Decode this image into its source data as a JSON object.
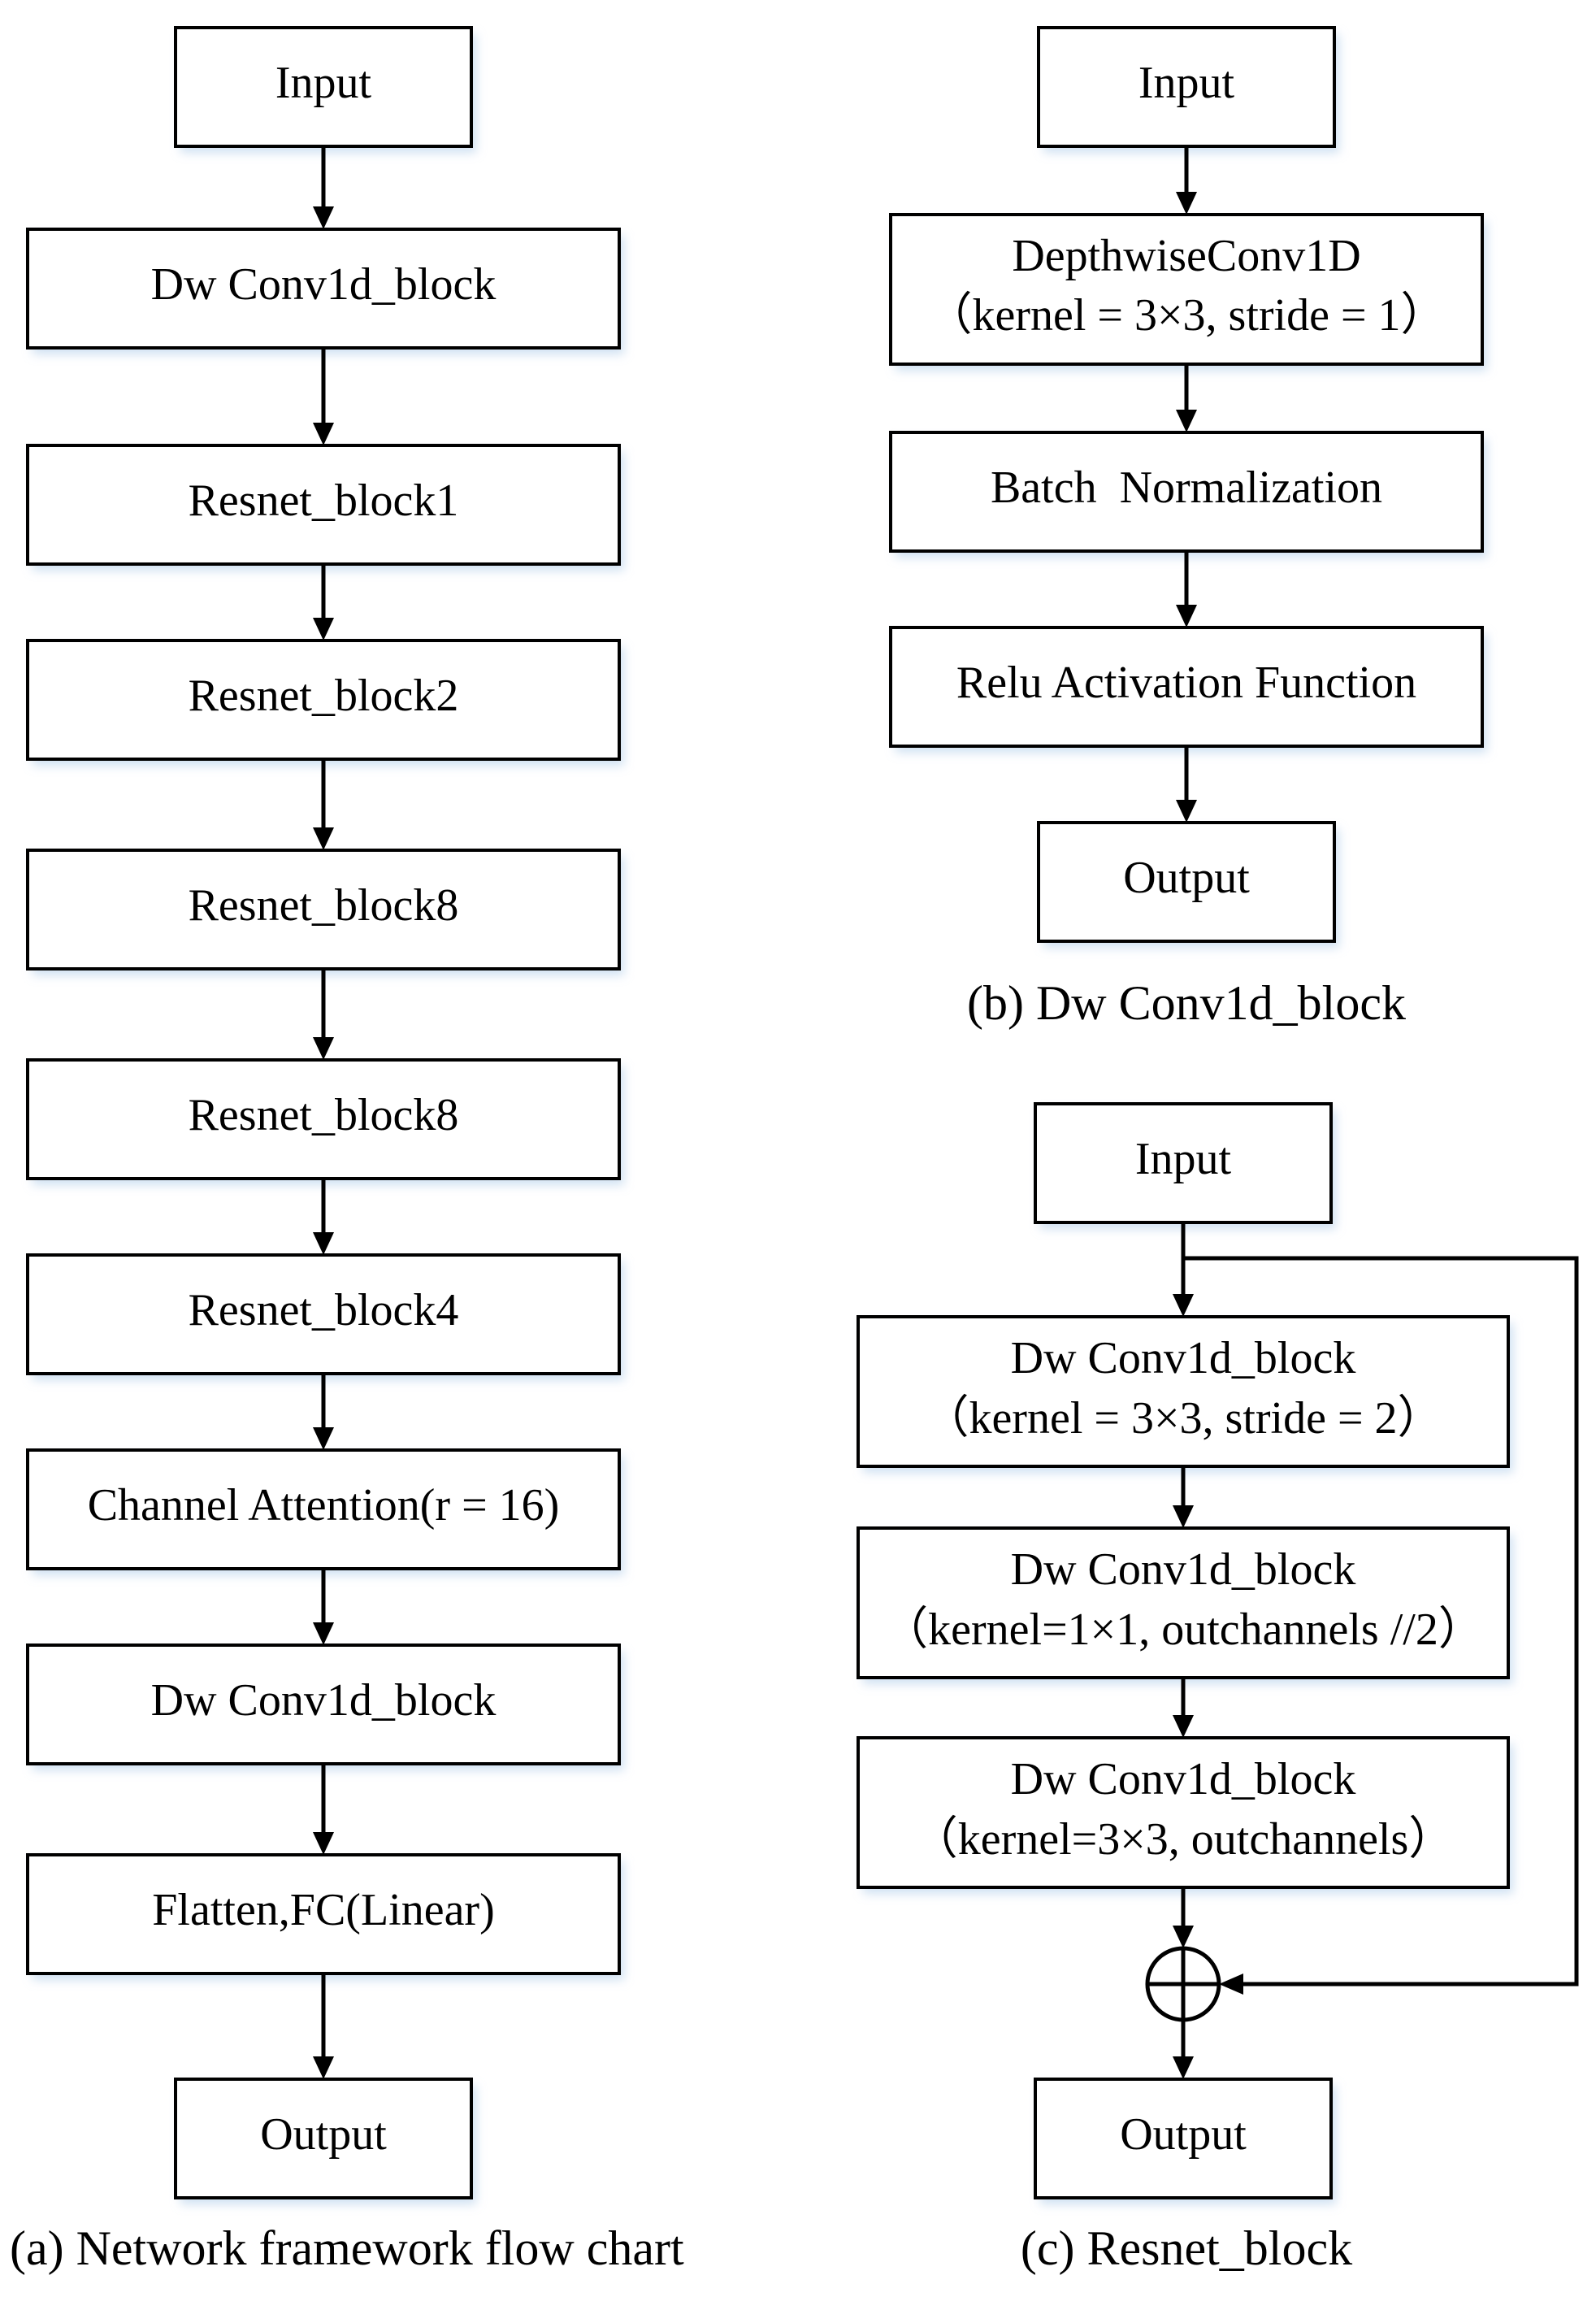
{
  "flow_a": {
    "input": "Input",
    "dw_block": "Dw Conv1d_block",
    "resnet1": "Resnet_block1",
    "resnet2": "Resnet_block2",
    "resnet8a": "Resnet_block8",
    "resnet8b": "Resnet_block8",
    "resnet4": "Resnet_block4",
    "attention": "Channel Attention(r = 16)",
    "dw_block2": "Dw Conv1d_block",
    "flatten": "Flatten,FC(Linear)",
    "output": "Output",
    "caption": "(a) Network framework flow chart"
  },
  "flow_b": {
    "input": "Input",
    "depthwise_line1": "DepthwiseConv1D",
    "depthwise_line2": "（kernel = 3×3, stride = 1）",
    "batchnorm": "Batch  Normalization",
    "relu": "Relu Activation Function",
    "output": "Output",
    "caption": "(b) Dw Conv1d_block"
  },
  "flow_c": {
    "input": "Input",
    "dw1_line1": "Dw Conv1d_block",
    "dw1_line2": "（kernel = 3×3, stride = 2）",
    "dw2_line1": "Dw Conv1d_block",
    "dw2_line2": "（kernel=1×1, outchannels //2）",
    "dw3_line1": "Dw Conv1d_block",
    "dw3_line2": "（kernel=3×3, outchannels）",
    "output": "Output",
    "caption": "(c) Resnet_block"
  }
}
